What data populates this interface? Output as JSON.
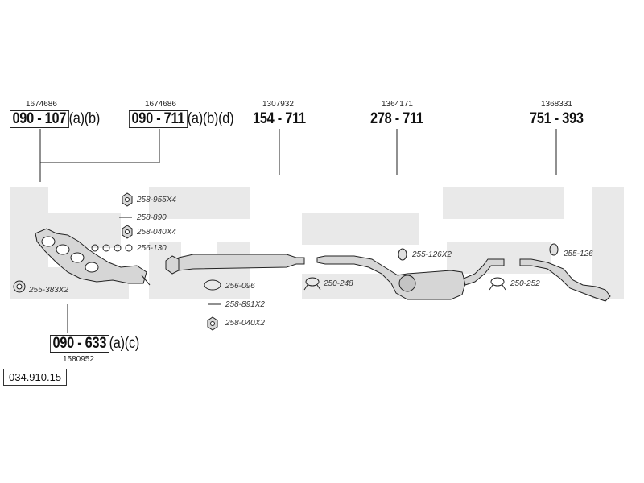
{
  "diagram": {
    "code": "034.910.15",
    "parts": [
      {
        "id": "p1",
        "number": "1674686",
        "code": "090 - 107",
        "suffix": "(a)(b)",
        "boxed": true
      },
      {
        "id": "p2",
        "number": "1674686",
        "code": "090 - 711",
        "suffix": "(a)(b)(d)",
        "boxed": true
      },
      {
        "id": "p3",
        "number": "1307932",
        "code": "154 - 711",
        "suffix": "",
        "boxed": false
      },
      {
        "id": "p4",
        "number": "1364171",
        "code": "278 - 711",
        "suffix": "",
        "boxed": false
      },
      {
        "id": "p5",
        "number": "1368331",
        "code": "751 - 393",
        "suffix": "",
        "boxed": false
      },
      {
        "id": "p6",
        "number": "1580952",
        "code": "090 - 633",
        "suffix": "(a)(c)",
        "boxed": true
      }
    ],
    "refs": {
      "r1": "258-955X4",
      "r2": "258-890",
      "r3": "258-040X4",
      "r4": "256-130",
      "r5": "255-383X2",
      "r6": "256-096",
      "r7": "258-891X2",
      "r8": "258-040X2",
      "r9": "250-248",
      "r10": "255-126X2",
      "r11": "250-252",
      "r12": "255-126"
    },
    "colors": {
      "watermark": "#e6e6e6",
      "line": "#222222",
      "part_fill": "#d8d8d8"
    }
  }
}
